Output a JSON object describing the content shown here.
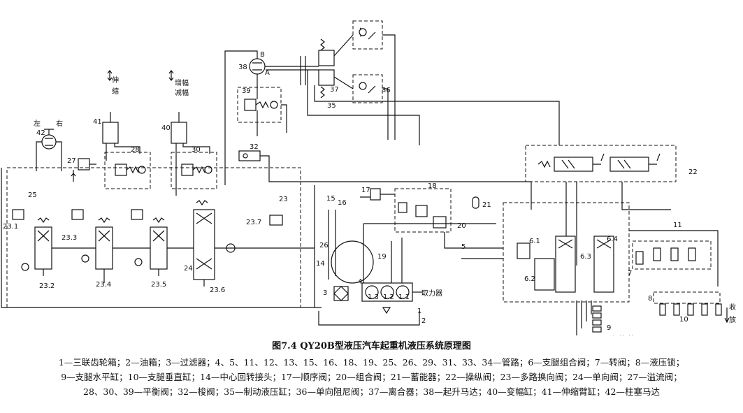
{
  "caption": "图7.4   QY20B型液压汽车起重机液压系统原理图",
  "legend_lines": [
    "1—三联齿轮箱；2—油箱；3—过滤器；4、5、11、12、13、15、16、18、19、25、26、29、31、33、34—管路；6—支腿组合阀；7—转阀；8—液压锁；",
    "9—支腿水平缸；10—支腿垂直缸；14—中心回转接头；17—顺序阀；20—组合阀；21—蓄能器；22—操纵阀；23—多路换向阀；24—单向阀；27—溢流阀；",
    "28、30、39—平衡阀；32—梭阀；35—制动液压缸；36—单向阻尼阀；37—离合器；38—起升马达；40—变幅缸；41—伸缩臂缸；42—柱塞马达"
  ],
  "labels": {
    "l1": "1",
    "l2": "2",
    "l3": "3",
    "l4": "4",
    "l5": "5",
    "l61": "6.1",
    "l62": "6.2",
    "l63": "6.3",
    "l64": "6.4",
    "l7": "7",
    "l8": "8",
    "l9": "9",
    "l10": "10",
    "l11": "11",
    "l12": "1.2",
    "l13": "1.3",
    "l11p": "1.1",
    "l14": "14",
    "l15": "15",
    "l16": "16",
    "l17": "17",
    "l18": "18",
    "l19": "19",
    "l20": "20",
    "l21": "21",
    "l22": "22",
    "l23": "23",
    "l231": "23.1",
    "l232": "23.2",
    "l233": "23.3",
    "l234": "23.4",
    "l235": "23.5",
    "l236": "23.6",
    "l237": "23.7",
    "l24": "24",
    "l25": "25",
    "l26": "26",
    "l27": "27",
    "l28": "28",
    "l30": "30",
    "l32": "32",
    "l35": "35",
    "l36a": "36",
    "l37": "37",
    "l38": "38",
    "l39": "39",
    "l40": "40",
    "l41": "41",
    "l42": "42",
    "lA": "A",
    "lB": "B",
    "left": "左",
    "right": "右",
    "shen": "伸",
    "suo": "缩",
    "zengfu": "增幅",
    "jianfu": "减幅",
    "quli": "取力器",
    "shensuo": "伸  缩",
    "shou": "收",
    "fang": "放"
  }
}
